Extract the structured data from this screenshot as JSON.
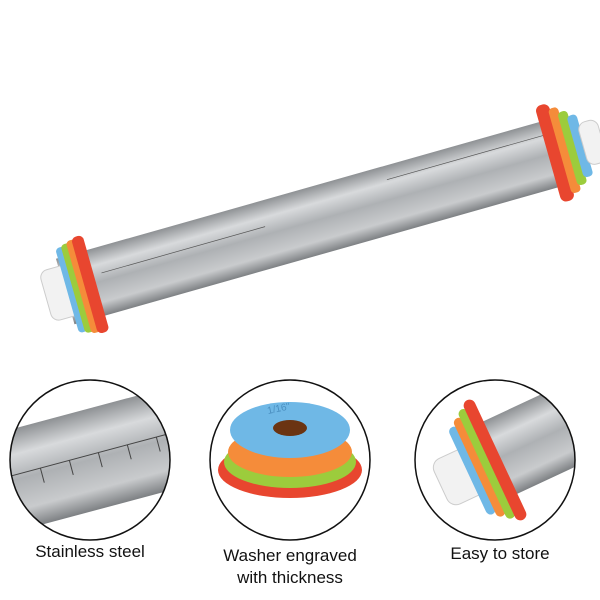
{
  "product": {
    "washer_engraving": "1/16\"",
    "washer_colors": [
      "#e8462f",
      "#9ccc3c",
      "#f58c3a",
      "#6fb8e6"
    ],
    "steel_color": "#b9bcbf"
  },
  "features": [
    {
      "label": "Stainless steel"
    },
    {
      "label": "Washer engraved with thickness"
    },
    {
      "label": "Easy to store"
    }
  ]
}
